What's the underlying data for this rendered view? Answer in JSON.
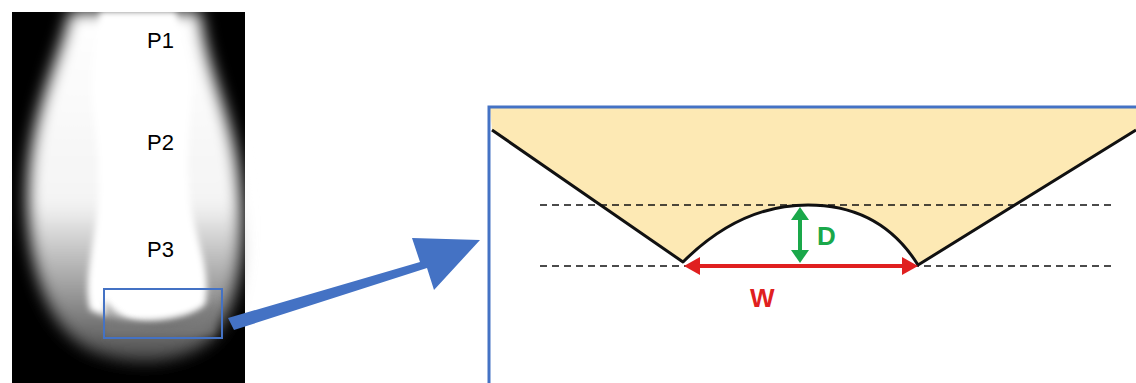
{
  "diagram": {
    "labels": [
      "P1",
      "P2",
      "P3",
      "D",
      "W"
    ]
  }
}
